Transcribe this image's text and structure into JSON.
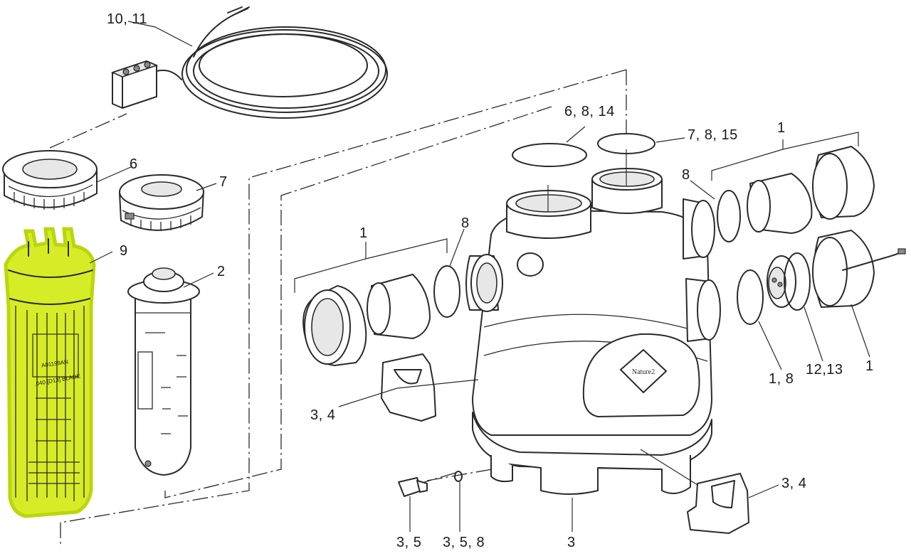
{
  "diagram": {
    "callouts": [
      {
        "id": "c-10-11",
        "text": "10, 11"
      },
      {
        "id": "c-6-left",
        "text": "6"
      },
      {
        "id": "c-7-left",
        "text": "7"
      },
      {
        "id": "c-9",
        "text": "9"
      },
      {
        "id": "c-2",
        "text": "2"
      },
      {
        "id": "c-6-8-14",
        "text": "6, 8, 14"
      },
      {
        "id": "c-7-8-15",
        "text": "7, 8, 15"
      },
      {
        "id": "c-1-top",
        "text": "1"
      },
      {
        "id": "c-8-right",
        "text": "8"
      },
      {
        "id": "c-1-left",
        "text": "1"
      },
      {
        "id": "c-8-left",
        "text": "8"
      },
      {
        "id": "c-3-4-left",
        "text": "3, 4"
      },
      {
        "id": "c-3-4-right",
        "text": "3, 4"
      },
      {
        "id": "c-1-8",
        "text": "1, 8"
      },
      {
        "id": "c-12-13",
        "text": "12,13"
      },
      {
        "id": "c-1-right",
        "text": "1"
      },
      {
        "id": "c-3-5",
        "text": "3, 5"
      },
      {
        "id": "c-3-5-8",
        "text": "3, 5, 8"
      },
      {
        "id": "c-3-bottom",
        "text": "3"
      }
    ],
    "cell_print": [
      "A01199AN",
      ".040 [D13] BLADE"
    ],
    "body_logo": "Nature2",
    "highlight_color": "#d4ec1c"
  }
}
